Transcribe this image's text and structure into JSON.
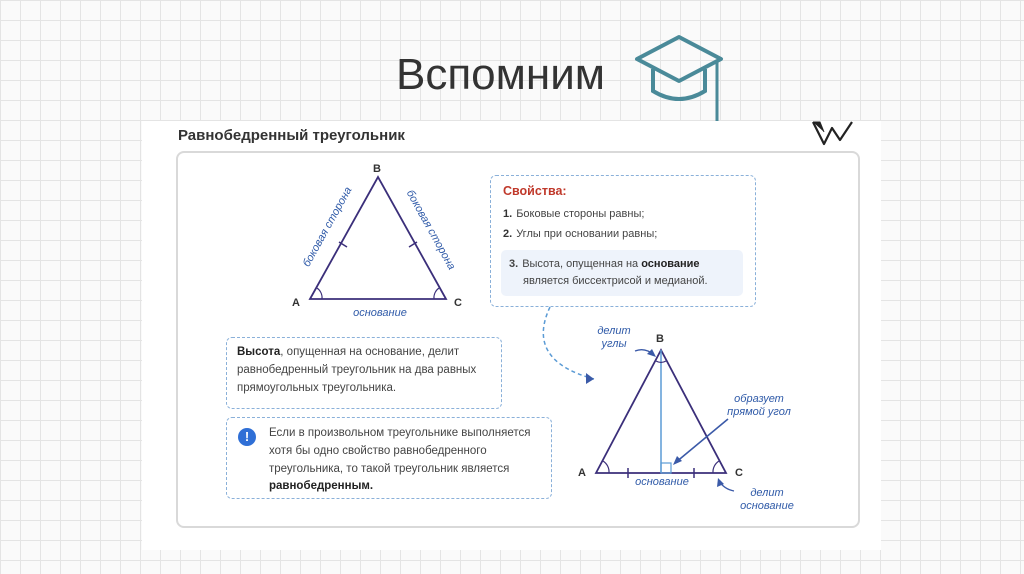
{
  "slide": {
    "title": "Вспомним"
  },
  "picture": {
    "heading": "Равнобедренный треугольник",
    "triangle1": {
      "vertex_a": "A",
      "vertex_b": "B",
      "vertex_c": "C",
      "left_side": "боковая сторона",
      "right_side": "боковая сторона",
      "base": "основание"
    },
    "properties": {
      "heading": "Свойства:",
      "items": [
        {
          "num": "1.",
          "text": "Боковые стороны равны;"
        },
        {
          "num": "2.",
          "text": "Углы при основании равны;"
        }
      ],
      "item3": {
        "num": "3.",
        "line1_pre": "Высота, опущенная на ",
        "line1_bold": "основание",
        "line2": "является биссектрисой и медианой."
      }
    },
    "height_note": {
      "bold": "Высота",
      "line1": ", опущенная на основание, делит",
      "line2": "равнобедренный треугольник на два равных",
      "line3": "прямоугольных треугольника."
    },
    "info_note": {
      "icon": "!",
      "line1": "Если в произвольном треугольнике выполняется",
      "line2": "хотя бы одно свойство равнобедренного",
      "line3": "треугольника, то такой треугольник является",
      "bold": "равнобедренным."
    },
    "triangle2": {
      "vertex_a": "A",
      "vertex_b": "B",
      "vertex_c": "C",
      "divides_angles_1": "делит",
      "divides_angles_2": "углы",
      "right_angle_1": "образует",
      "right_angle_2": "прямой угол",
      "base": "основание",
      "divides_base_1": "делит",
      "divides_base_2": "основание"
    }
  }
}
